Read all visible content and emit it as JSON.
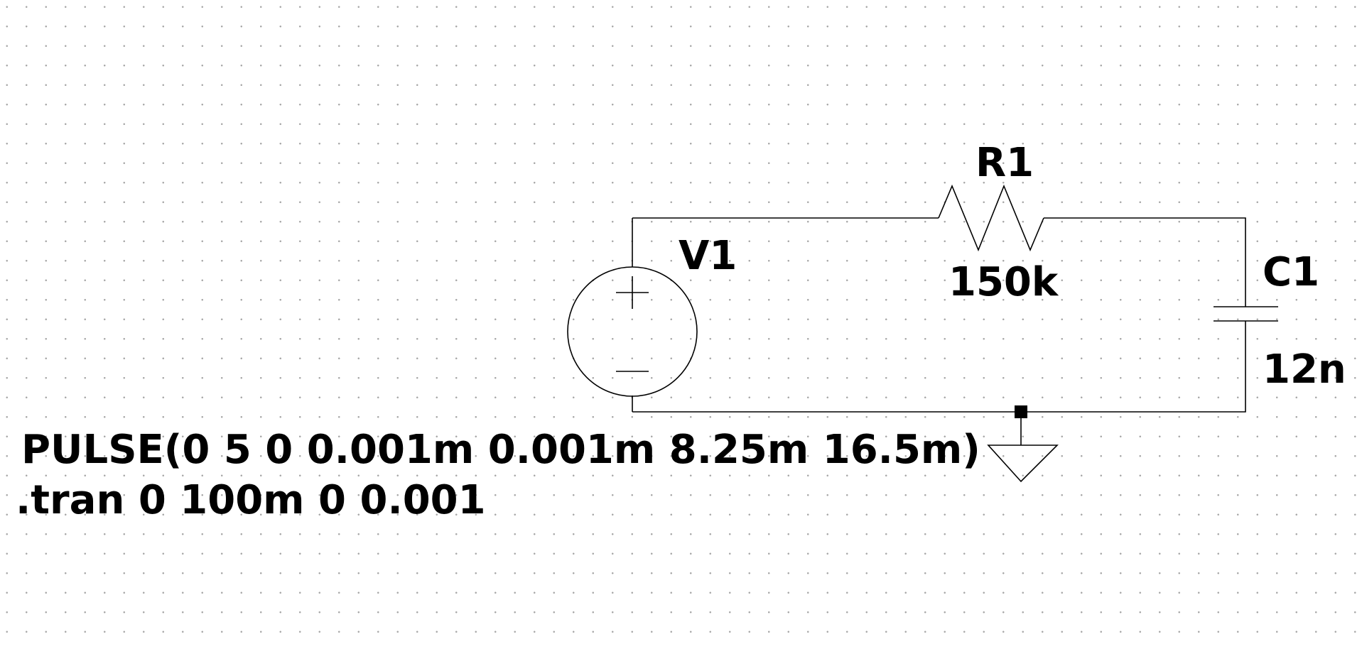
{
  "schematic": {
    "components": {
      "resistor": {
        "designator": "R1",
        "value": "150k"
      },
      "source": {
        "designator": "V1",
        "value": "PULSE(0 5 0 0.001m 0.001m 8.25m 16.5m)"
      },
      "capacitor": {
        "designator": "C1",
        "value": "12n"
      }
    },
    "directives": {
      "tran": ".tran 0 100m 0 0.001"
    }
  },
  "colors": {
    "wire": "#000000",
    "grid_dot": "#a8a8a8",
    "background": "#ffffff"
  }
}
